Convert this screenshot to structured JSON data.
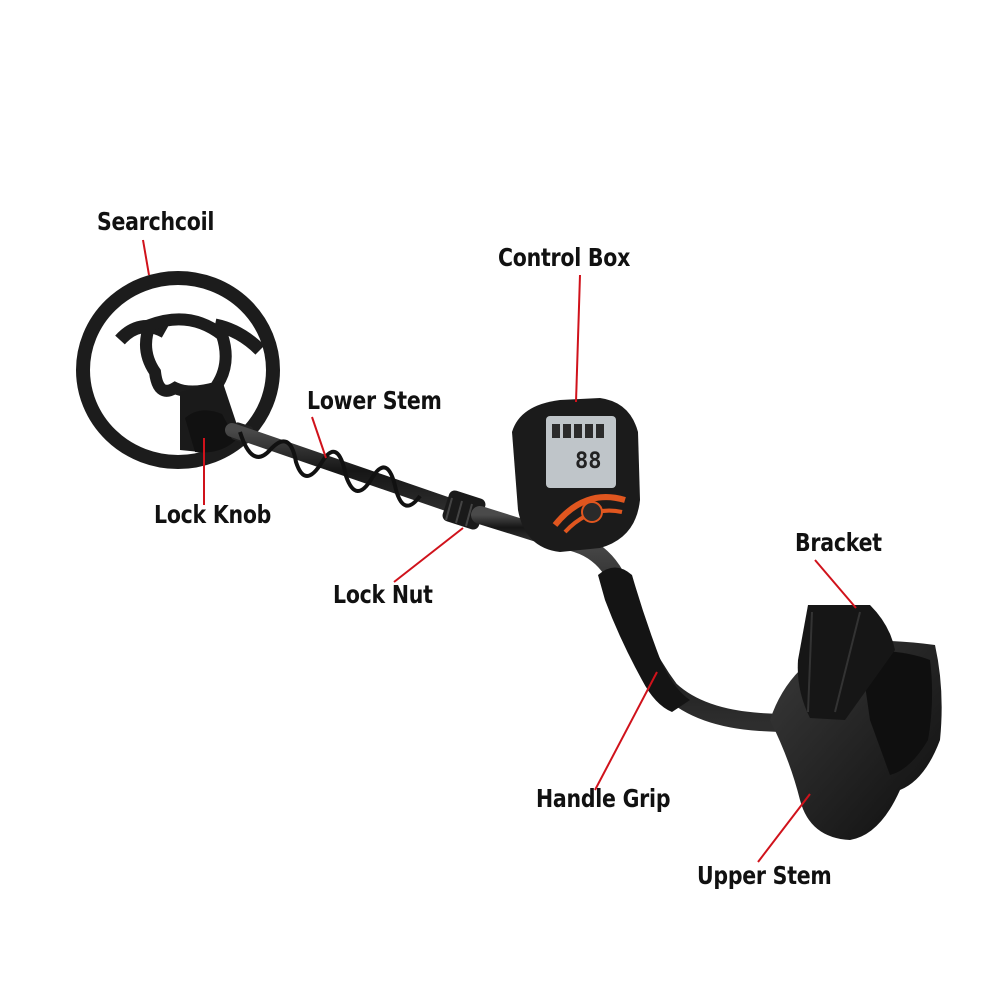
{
  "labels": {
    "searchcoil": "Searchcoil",
    "control_box": "Control Box",
    "lower_stem": "Lower Stem",
    "lock_knob": "Lock Knob",
    "bracket": "Bracket",
    "lock_nut": "Lock Nut",
    "handle_grip": "Handle Grip",
    "upper_stem": "Upper Stem"
  },
  "colors": {
    "leader_line": "#d0121b",
    "device_body": "#1b1b1b",
    "accent": "#e0561f",
    "lcd": "#bfc5c9"
  },
  "display": {
    "digits": "88"
  }
}
